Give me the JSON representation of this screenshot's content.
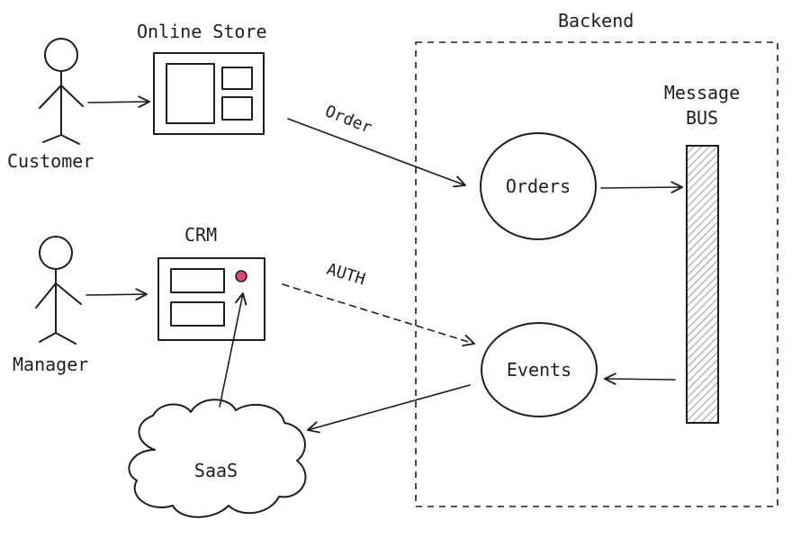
{
  "labels": {
    "online_store": "Online Store",
    "customer": "Customer",
    "crm": "CRM",
    "manager": "Manager",
    "backend": "Backend",
    "message_bus_line1": "Message",
    "message_bus_line2": "BUS",
    "orders": "Orders",
    "events": "Events",
    "saas": "SaaS",
    "order_edge": "Order",
    "auth_edge": "AUTH"
  },
  "colors": {
    "stroke": "#1e1e1e",
    "crm_dot": "#e0457b",
    "bus_hatch": "#9a9a9a"
  }
}
